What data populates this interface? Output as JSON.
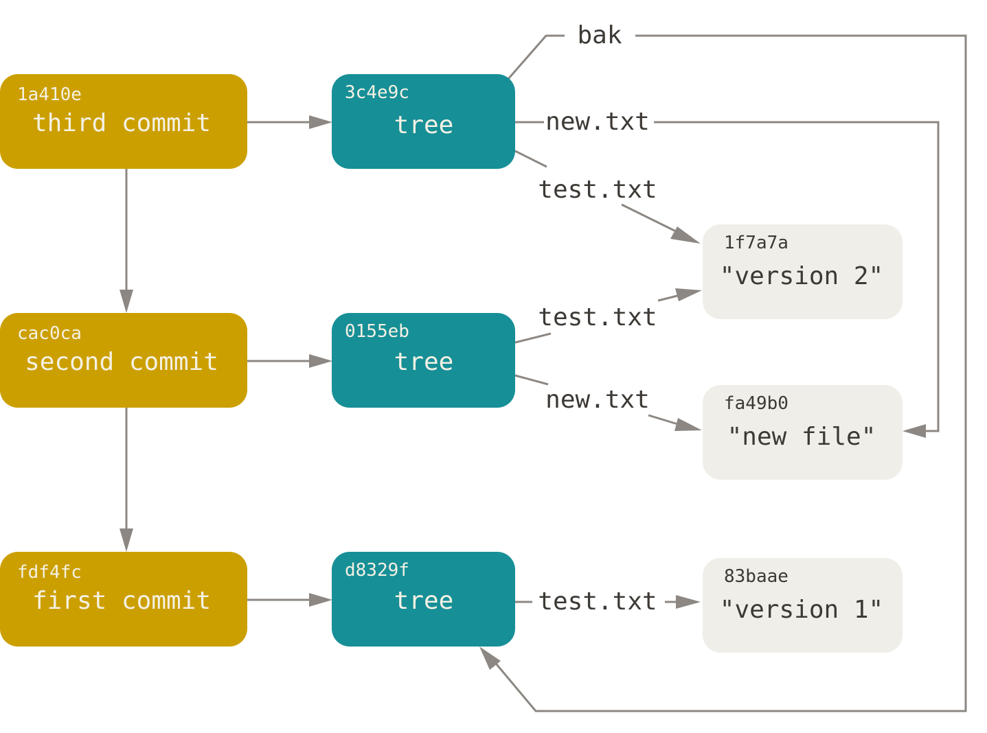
{
  "commits": [
    {
      "sha": "1a410e",
      "message": "third commit"
    },
    {
      "sha": "cac0ca",
      "message": "second commit"
    },
    {
      "sha": "fdf4fc",
      "message": "first commit"
    }
  ],
  "trees": [
    {
      "sha": "3c4e9c",
      "label": "tree"
    },
    {
      "sha": "0155eb",
      "label": "tree"
    },
    {
      "sha": "d8329f",
      "label": "tree"
    }
  ],
  "blobs": [
    {
      "sha": "1f7a7a",
      "content": "\"version 2\""
    },
    {
      "sha": "fa49b0",
      "content": "\"new file\""
    },
    {
      "sha": "83baae",
      "content": "\"version 1\""
    }
  ],
  "edge_labels": {
    "bak": "bak",
    "tree1_new": "new.txt",
    "tree1_test": "test.txt",
    "tree2_test": "test.txt",
    "tree2_new": "new.txt",
    "tree3_test": "test.txt"
  },
  "colors": {
    "commit": "#cc9f00",
    "tree": "#178f97",
    "blob": "#efeee8",
    "line": "#8c8782",
    "text_dark": "#3d3935",
    "text_light": "#f4f1e4"
  }
}
